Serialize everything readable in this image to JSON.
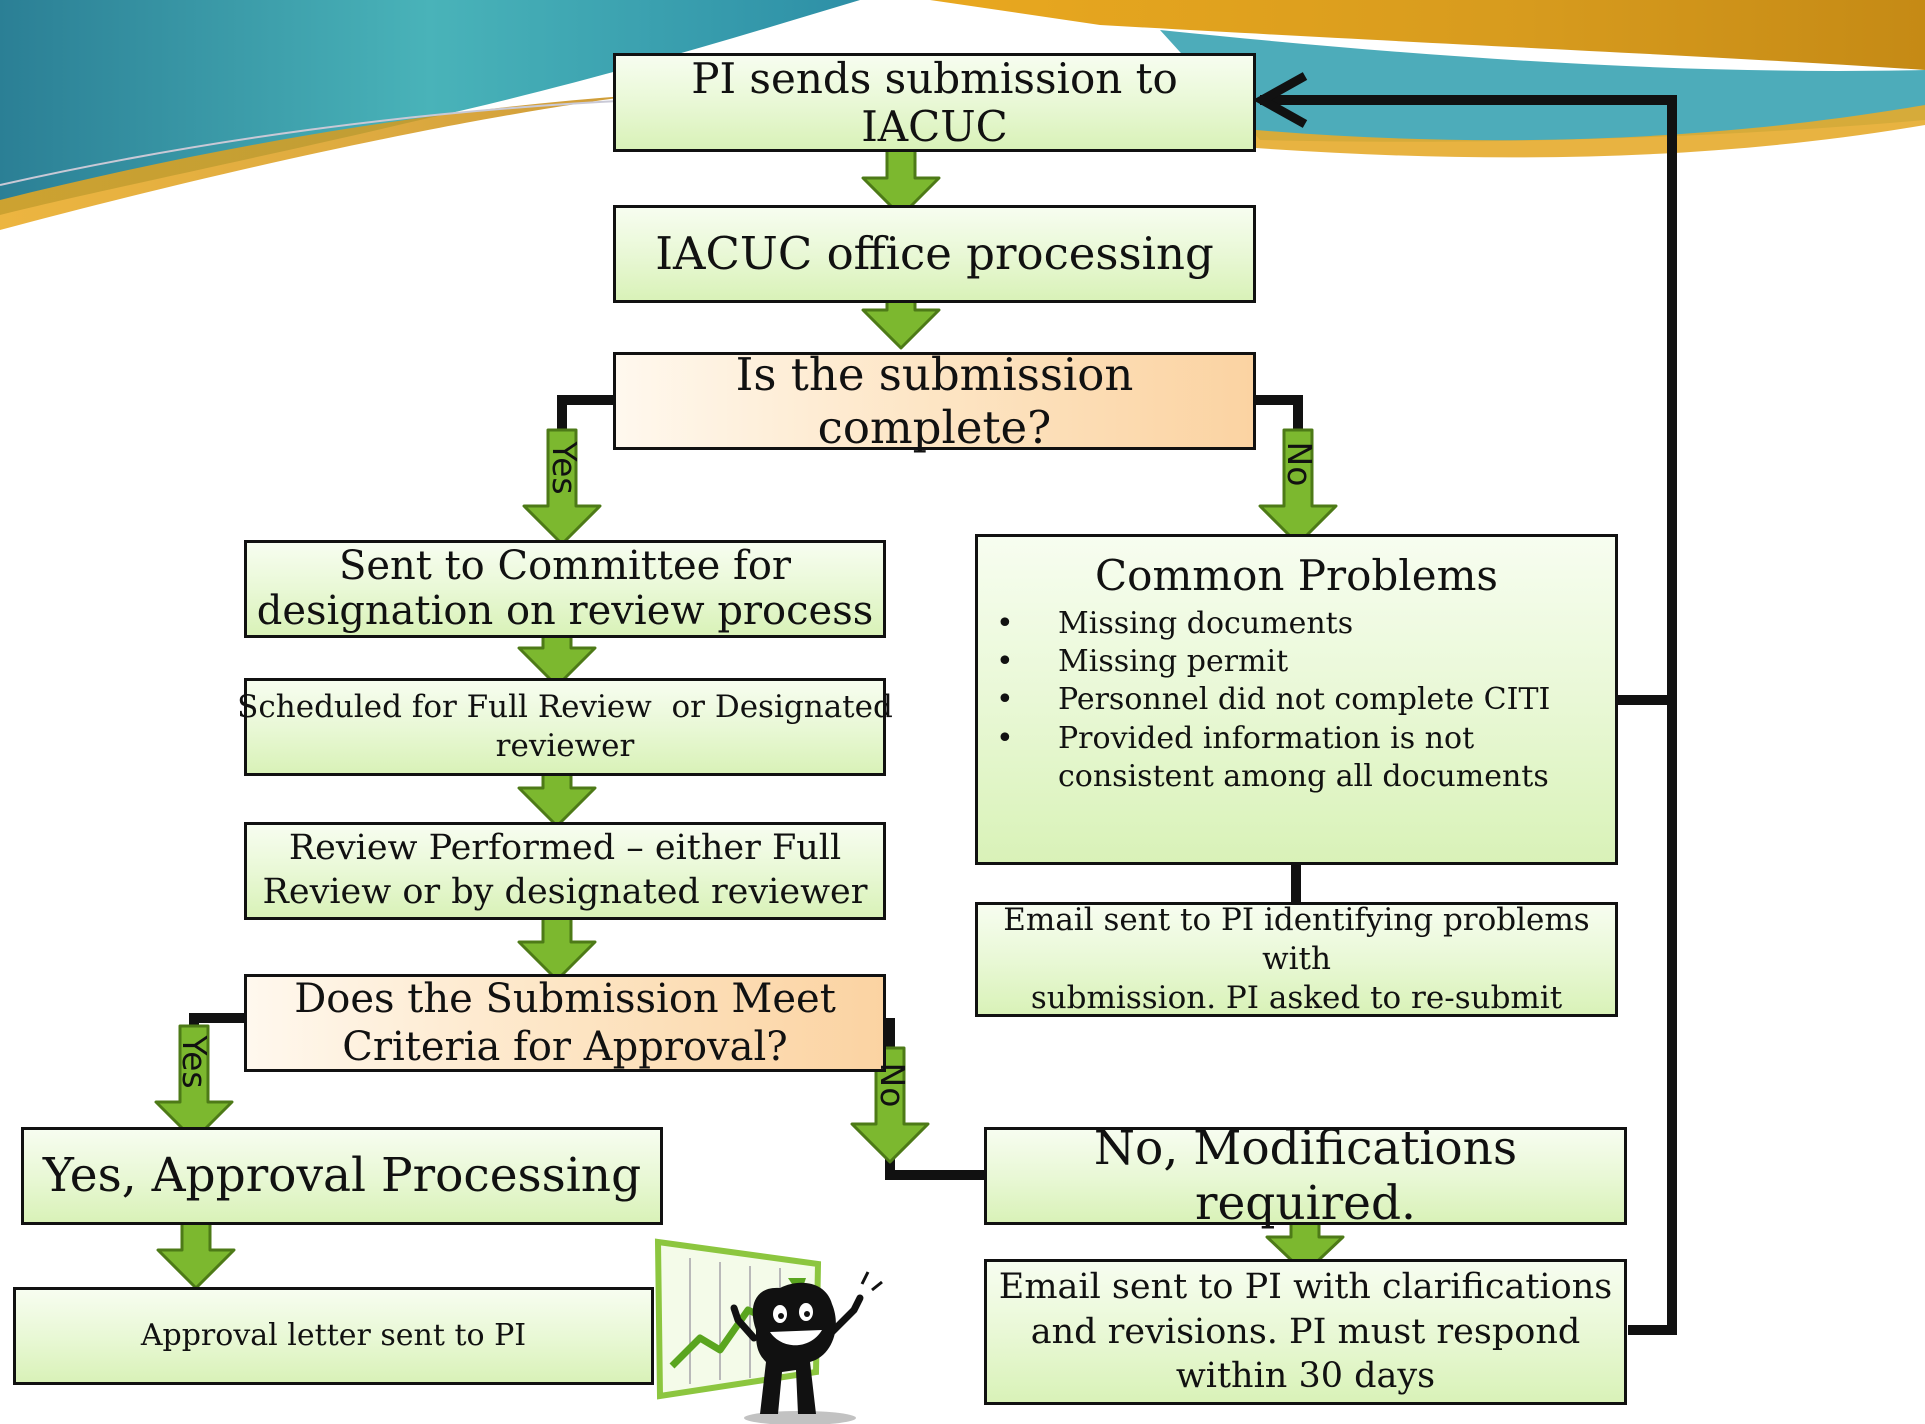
{
  "title": "",
  "nodes": {
    "sends": {
      "lines": [
        "PI sends submission to",
        "IACUC"
      ]
    },
    "office": {
      "lines": [
        "IACUC office processing"
      ]
    },
    "complete": {
      "lines": [
        "Is the submission complete?"
      ]
    },
    "committee": {
      "lines": [
        "Sent to Committee for",
        "designation on review process"
      ]
    },
    "scheduled": {
      "lines": [
        "Scheduled for Full Review  or Designated",
        "reviewer"
      ]
    },
    "review": {
      "lines": [
        "Review Performed – either Full",
        "Review or by designated reviewer"
      ]
    },
    "criteria": {
      "lines": [
        "Does the Submission Meet",
        "Criteria for Approval?"
      ]
    },
    "approval": {
      "lines": [
        "Yes, Approval Processing"
      ]
    },
    "letter": {
      "lines": [
        "Approval letter sent to PI"
      ]
    },
    "problems": {
      "heading": "Common Problems",
      "bullet": "•",
      "items": [
        "Missing documents",
        "Missing permit",
        "Personnel did not complete CITI",
        "Provided information is not consistent among all documents"
      ]
    },
    "email1": {
      "lines": [
        "Email sent to PI identifying problems with",
        "submission. PI asked to re-submit"
      ]
    },
    "modifications": {
      "lines": [
        "No, Modifications required."
      ]
    },
    "email2": {
      "lines": [
        "Email sent to PI with clarifications",
        "and revisions. PI must respond",
        "within 30 days"
      ]
    }
  },
  "edge_labels": {
    "yes1": "Yes",
    "no1": "No",
    "yes2": "Yes",
    "no2": "No"
  },
  "colors": {
    "box_green": "#e4f6cc",
    "box_orange": "#fcdcb4",
    "arrow_green": "#7cb82f",
    "arrow_outline": "#4d7a17",
    "line": "#111111",
    "banner_teal": "#2aa0ae",
    "banner_gold": "#d8a120"
  },
  "icons": {
    "mascot": "smiling-mascot-with-chart-icon"
  }
}
